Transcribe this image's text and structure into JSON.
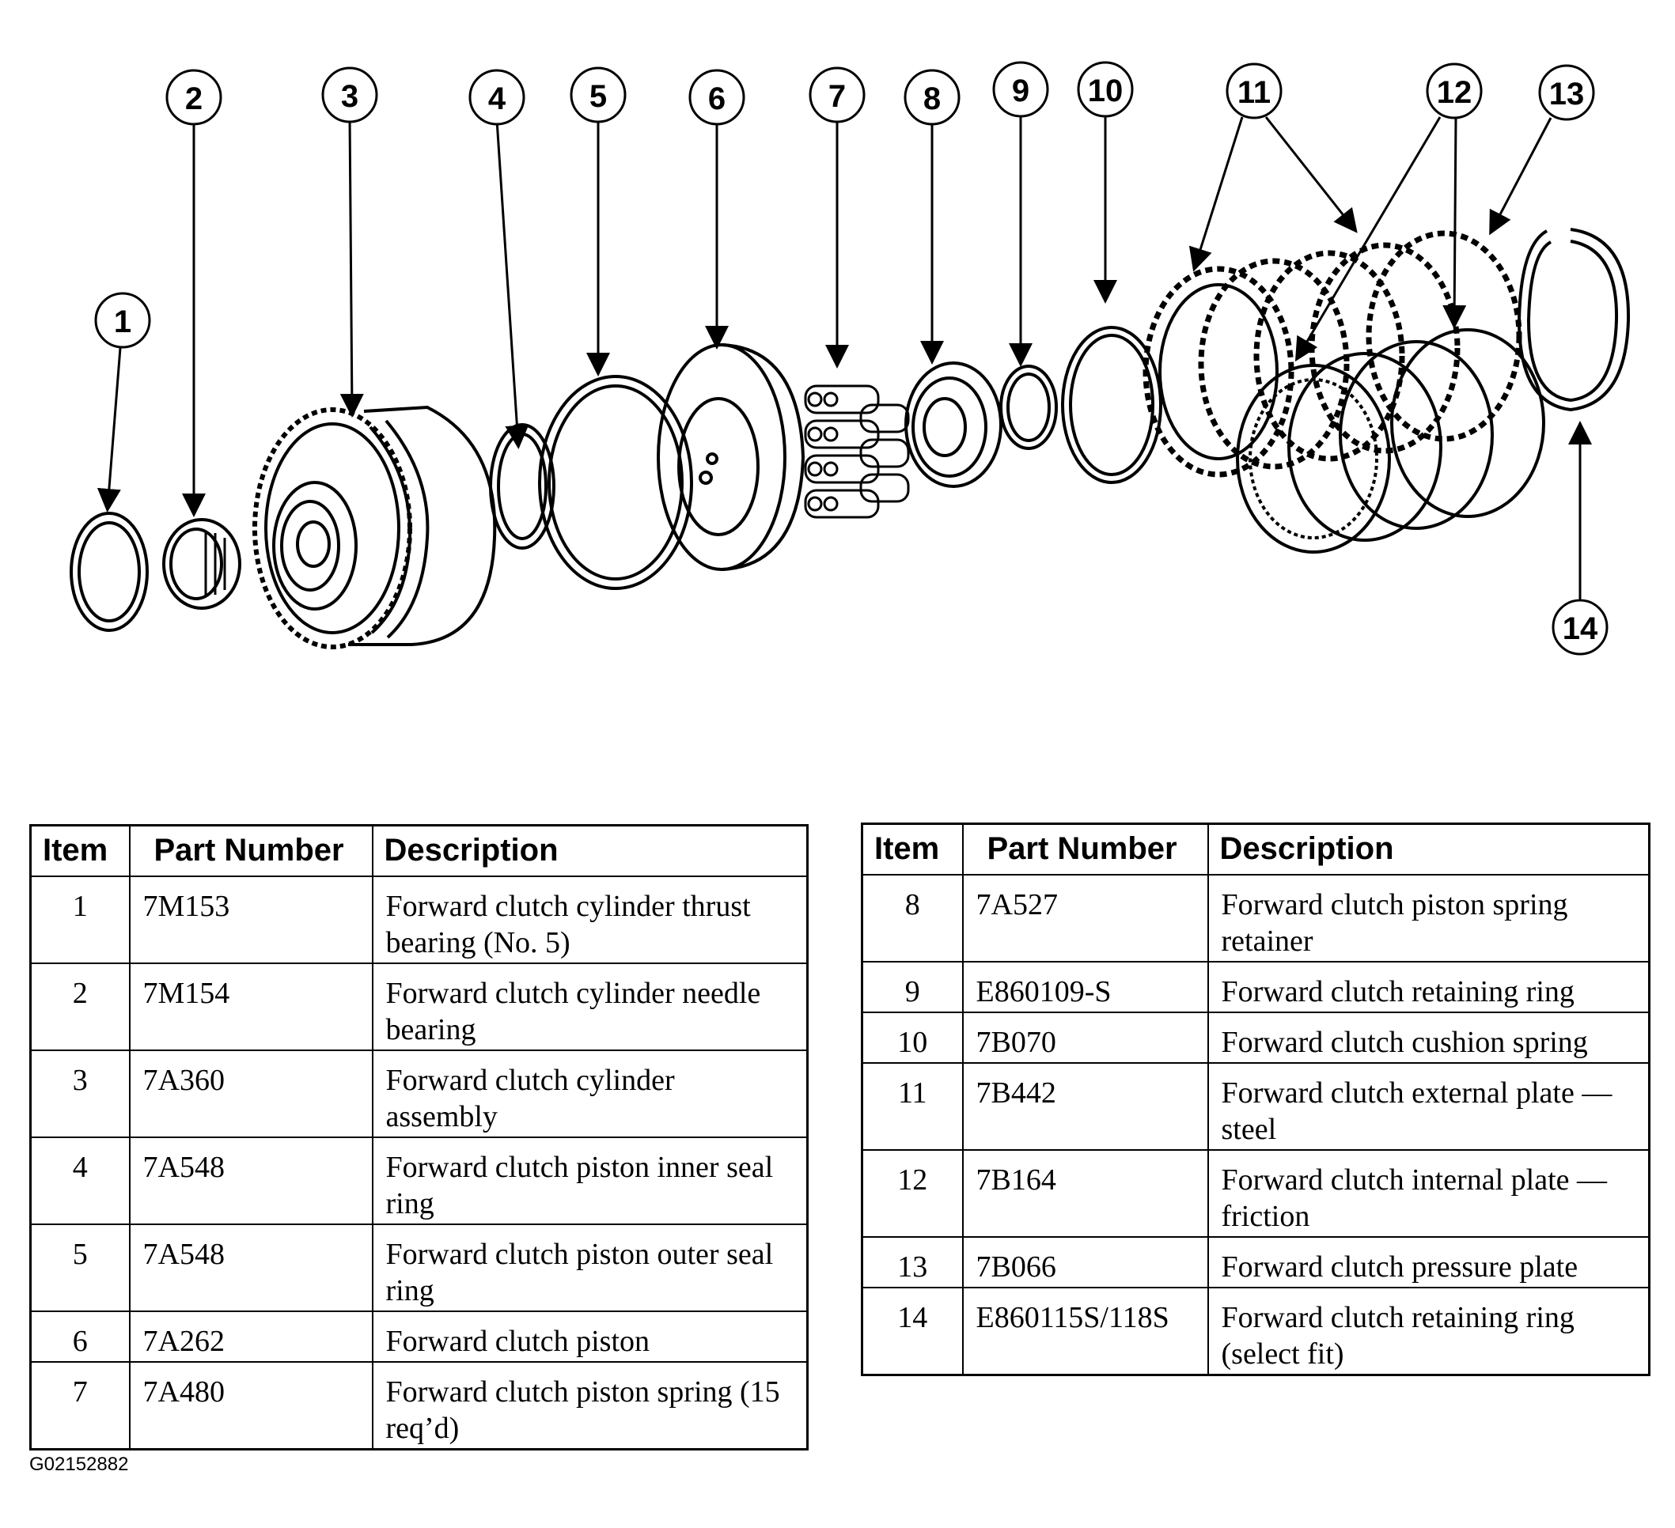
{
  "diagram": {
    "callouts": [
      "1",
      "2",
      "3",
      "4",
      "5",
      "6",
      "7",
      "8",
      "9",
      "10",
      "11",
      "12",
      "13",
      "14"
    ]
  },
  "tables": {
    "headers": {
      "item": "Item",
      "part_number": "Part Number",
      "description": "Description"
    },
    "left": [
      {
        "item": "1",
        "part_number": "7M153",
        "description": "Forward clutch cylinder thrust bearing (No. 5)"
      },
      {
        "item": "2",
        "part_number": "7M154",
        "description": "Forward clutch cylinder needle bearing"
      },
      {
        "item": "3",
        "part_number": "7A360",
        "description": "Forward clutch cylinder assembly"
      },
      {
        "item": "4",
        "part_number": "7A548",
        "description": "Forward clutch piston inner seal ring"
      },
      {
        "item": "5",
        "part_number": "7A548",
        "description": "Forward clutch piston outer seal ring"
      },
      {
        "item": "6",
        "part_number": "7A262",
        "description": "Forward clutch piston"
      },
      {
        "item": "7",
        "part_number": "7A480",
        "description": "Forward clutch piston spring (15 req’d)"
      }
    ],
    "right": [
      {
        "item": "8",
        "part_number": "7A527",
        "description": "Forward clutch piston spring retainer"
      },
      {
        "item": "9",
        "part_number": "E860109-S",
        "description": "Forward clutch retaining ring"
      },
      {
        "item": "10",
        "part_number": "7B070",
        "description": "Forward clutch cushion spring"
      },
      {
        "item": "11",
        "part_number": "7B442",
        "description": "Forward clutch external plate — steel"
      },
      {
        "item": "12",
        "part_number": "7B164",
        "description": "Forward clutch internal plate — friction"
      },
      {
        "item": "13",
        "part_number": "7B066",
        "description": "Forward clutch pressure plate"
      },
      {
        "item": "14",
        "part_number": "E860115S/118S",
        "description": "Forward clutch retaining ring (select fit)"
      }
    ]
  },
  "figure_id": "G02152882"
}
